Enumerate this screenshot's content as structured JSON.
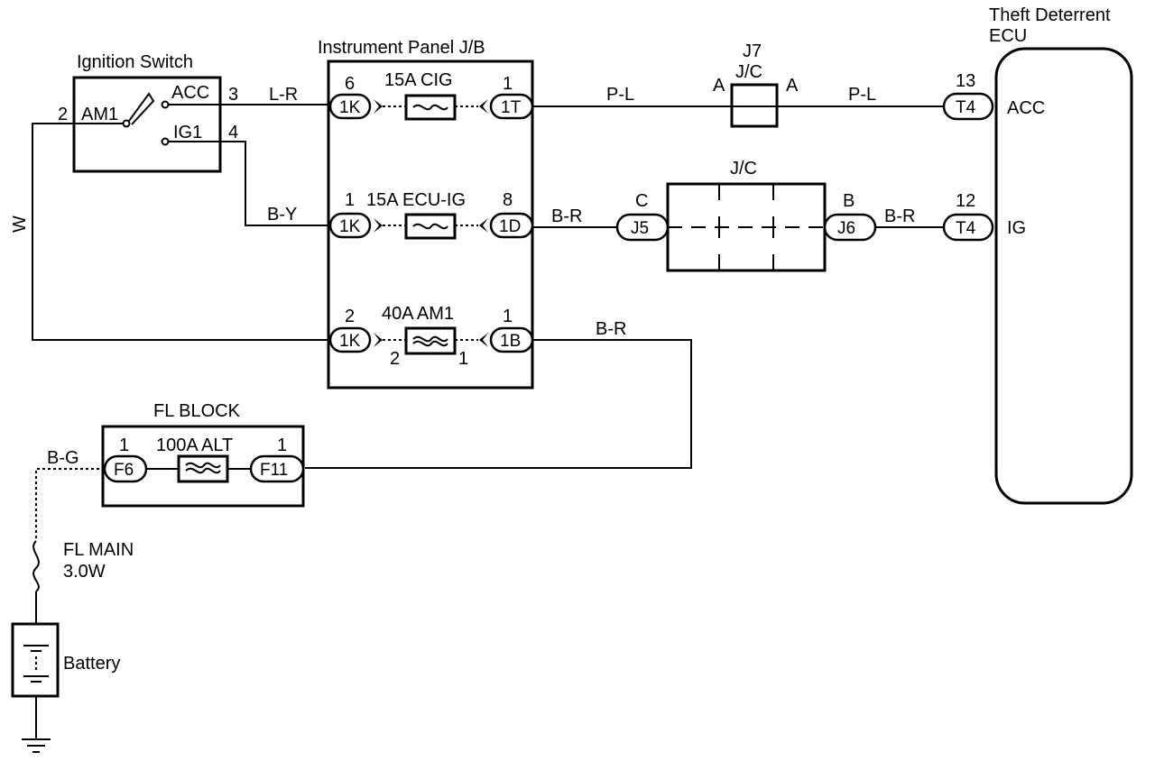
{
  "components": {
    "ignition_switch": {
      "title": "Ignition Switch",
      "acc": "ACC",
      "ig1": "IG1",
      "am1": "AM1",
      "pin_am1": "2",
      "pin_acc": "3",
      "pin_ig1": "4"
    },
    "jb": {
      "title": "Instrument Panel J/B"
    },
    "fuses": {
      "cig": {
        "label": "15A CIG",
        "pin_left": "6",
        "conn_left": "1K",
        "pin_right": "1",
        "conn_right": "1T"
      },
      "ecu_ig": {
        "label": "15A ECU-IG",
        "pin_left": "1",
        "conn_left": "1K",
        "pin_right": "8",
        "conn_right": "1D"
      },
      "am1": {
        "label": "40A AM1",
        "pin_left": "2",
        "conn_left": "1K",
        "pin_right": "1",
        "conn_right": "1B",
        "sub_left": "2",
        "sub_right": "1"
      }
    },
    "j7": {
      "title1": "J7",
      "title2": "J/C",
      "pin_left": "A",
      "pin_right": "A"
    },
    "jc": {
      "title": "J/C",
      "pin_left": "C",
      "conn_left": "J5",
      "pin_right": "B",
      "conn_right": "J6"
    },
    "ecu": {
      "title1": "Theft Deterrent",
      "title2": "ECU",
      "acc": "ACC",
      "ig": "IG",
      "pin_acc": "13",
      "conn_acc": "T4",
      "pin_ig": "12",
      "conn_ig": "T4"
    },
    "fl_block": {
      "title": "FL BLOCK",
      "fuse": "100A ALT",
      "pin_left": "1",
      "conn_left": "F6",
      "pin_right": "1",
      "conn_right": "F11"
    },
    "fl_main": {
      "label1": "FL MAIN",
      "label2": "3.0W"
    },
    "battery": {
      "label": "Battery"
    }
  },
  "wires": {
    "l_r": "L-R",
    "p_l_1": "P-L",
    "p_l_2": "P-L",
    "b_y": "B-Y",
    "b_r_1": "B-R",
    "b_r_2": "B-R",
    "b_r_3": "B-R",
    "w": "W",
    "b_g": "B-G"
  }
}
